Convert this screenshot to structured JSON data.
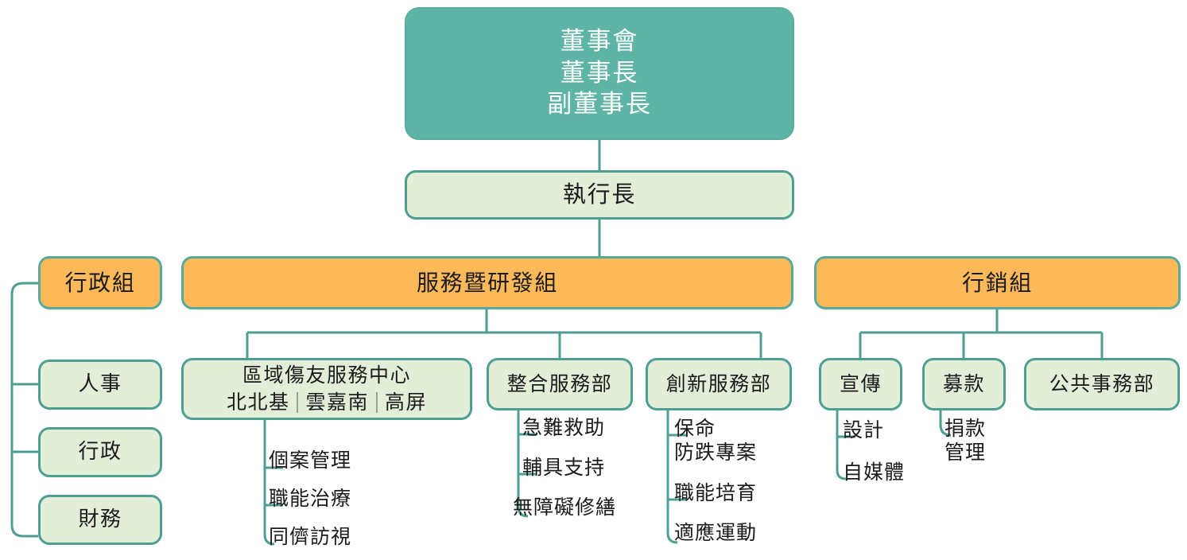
{
  "colors": {
    "teal_fill": "#5fb5a5",
    "teal_border": "#4e9f92",
    "pale_fill": "#e3eed9",
    "orange_fill": "#fbb959",
    "connector": "#4e9f92",
    "text_dark": "#1b1b1b",
    "text_light": "#ffffff",
    "separator": "#9aa09a"
  },
  "chart_data": {
    "type": "diagram",
    "title": "",
    "nodes": {
      "board": {
        "lines": [
          "董事會",
          "董事長",
          "副董事長"
        ],
        "style": "teal"
      },
      "ceo": {
        "label": "執行長",
        "style": "pale"
      },
      "admin_group": {
        "label": "行政組",
        "style": "orange"
      },
      "service_group": {
        "label": "服務暨研發組",
        "style": "orange"
      },
      "marketing_group": {
        "label": "行銷組",
        "style": "orange"
      },
      "hr": {
        "label": "人事",
        "style": "pale"
      },
      "general_affairs": {
        "label": "行政",
        "style": "pale"
      },
      "finance": {
        "label": "財務",
        "style": "pale"
      },
      "region_center": {
        "label": "區域傷友服務中心",
        "regions": [
          "北北基",
          "雲嘉南",
          "高屏"
        ],
        "style": "pale"
      },
      "integrated_dept": {
        "label": "整合服務部",
        "style": "pale"
      },
      "innovation_dept": {
        "label": "創新服務部",
        "style": "pale"
      },
      "promotion": {
        "label": "宣傳",
        "style": "pale"
      },
      "fundraising": {
        "label": "募款",
        "style": "pale"
      },
      "public_affairs": {
        "label": "公共事務部",
        "style": "pale"
      }
    },
    "leaves": {
      "region_items": [
        "個案管理",
        "職能治療",
        "同儕訪視"
      ],
      "integrated_items": [
        "急難救助",
        "輔具支持",
        "無障礙修繕"
      ],
      "innovation_items": [
        "保命\n防跌專案",
        "職能培育",
        "適應運動"
      ],
      "promotion_items": [
        "設計",
        "自媒體"
      ],
      "fundraising_items": [
        "捐款\n管理"
      ]
    },
    "edges": [
      [
        "board",
        "ceo"
      ],
      [
        "ceo",
        "service_group"
      ],
      [
        "admin_group",
        "hr"
      ],
      [
        "admin_group",
        "general_affairs"
      ],
      [
        "admin_group",
        "finance"
      ],
      [
        "service_group",
        "region_center"
      ],
      [
        "service_group",
        "integrated_dept"
      ],
      [
        "service_group",
        "innovation_dept"
      ],
      [
        "marketing_group",
        "promotion"
      ],
      [
        "marketing_group",
        "fundraising"
      ],
      [
        "marketing_group",
        "public_affairs"
      ]
    ]
  },
  "leaf_text": {
    "region_1": "個案管理",
    "region_2": "職能治療",
    "region_3": "同儕訪視",
    "integrated_1": "急難救助",
    "integrated_2": "輔具支持",
    "integrated_3": "無障礙修繕",
    "innovation_1": "保命\n防跌專案",
    "innovation_2": "職能培育",
    "innovation_3": "適應運動",
    "promotion_1": "設計",
    "promotion_2": "自媒體",
    "fundraising_1": "捐款\n管理"
  }
}
